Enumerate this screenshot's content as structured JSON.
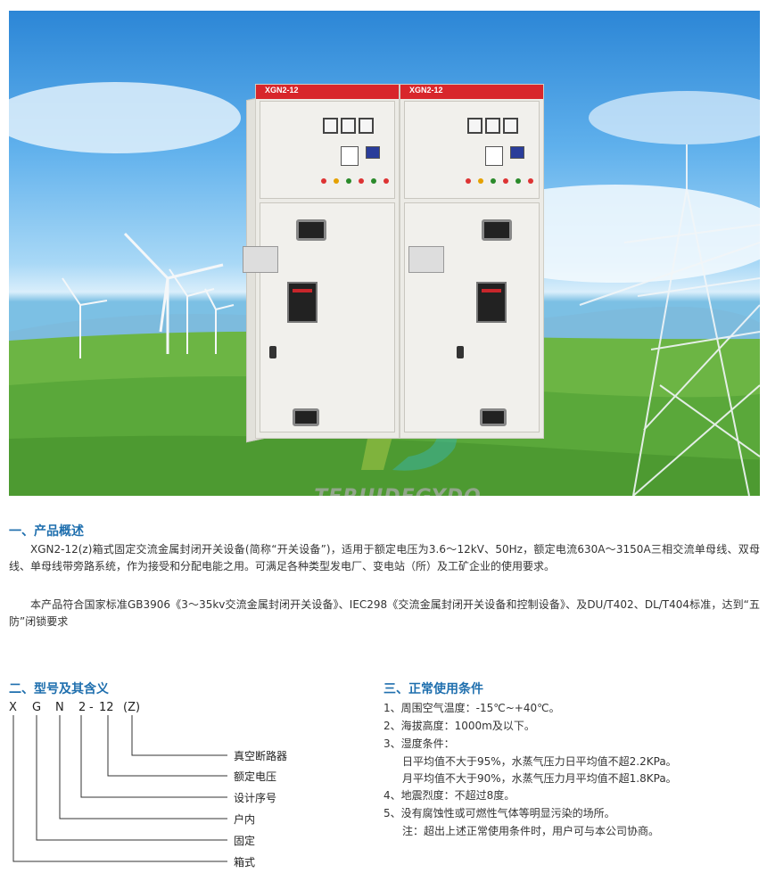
{
  "hero": {
    "cabinet_label_left": "XGN2-12",
    "cabinet_label_right": "XGN2-12",
    "watermark": "TERUIDEGYDQ"
  },
  "section1": {
    "heading": "一、产品概述",
    "paragraph1": "XGN2-12(z)箱式固定交流金属封闭开关设备(简称“开关设备”)，适用于额定电压为3.6～12kV、50Hz，额定电流630A～3150A三相交流单母线、双母线、单母线带旁路系统，作为接受和分配电能之用。可满足各种类型发电厂、变电站（所）及工矿企业的使用要求。",
    "paragraph2": "本产品符合国家标准GB3906《3～35kv交流金属封闭开关设备》、IEC298《交流金属封闭开关设备和控制设备》、及DU/T402、DL/T404标准，达到“五防”闭锁要求"
  },
  "section2": {
    "heading": "二、型号及其含义",
    "code_chars": [
      "X",
      "G",
      "N",
      "2",
      "-",
      "12",
      "(Z)"
    ],
    "labels": [
      "真空断路器",
      "额定电压",
      "设计序号",
      "户内",
      "固定",
      "箱式"
    ]
  },
  "section3": {
    "heading": "三、正常使用条件",
    "items": [
      "1、周围空气温度：-15℃~+40℃。",
      "2、海拔高度：1000m及以下。",
      "3、湿度条件：",
      "日平均值不大于95%，水蒸气压力日平均值不超2.2KPa。",
      "月平均值不大于90%，水蒸气压力月平均值不超1.8KPa。",
      "4、地震烈度：不超过8度。",
      "5、没有腐蚀性或可燃性气体等明显污染的场所。",
      "注：超出上述正常使用条件时，用户可与本公司协商。"
    ]
  },
  "colors": {
    "heading_blue": "#1f6fae",
    "cabinet_red": "#d8262b",
    "grass_green": "#5aa83a",
    "sky_blue": "#3a93dc"
  }
}
